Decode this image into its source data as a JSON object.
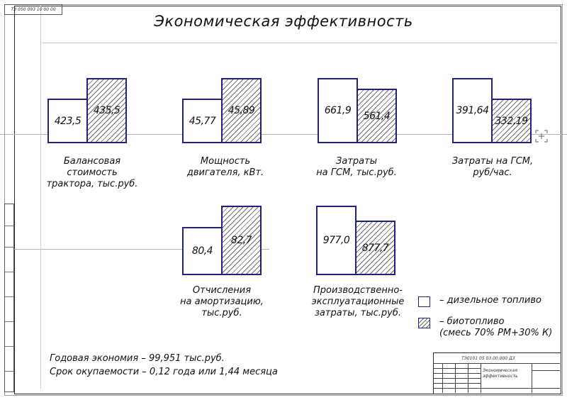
{
  "drawing_code": "ТЭ 050 093 10 00 00",
  "title": "Экономическая эффективность",
  "charts": [
    {
      "id": "balance",
      "values": [
        "423,5",
        "435,5"
      ],
      "caption": [
        "Балансовая",
        "стоимость",
        "трактора, тыс.руб."
      ]
    },
    {
      "id": "power",
      "values": [
        "45,77",
        "45,89"
      ],
      "caption": [
        "Мощность",
        "двигателя, кВт."
      ]
    },
    {
      "id": "fuel_costs",
      "values": [
        "661,9",
        "561,4"
      ],
      "caption": [
        "Затраты",
        "на ГСМ, тыс.руб."
      ]
    },
    {
      "id": "fuel_costs_hour",
      "values": [
        "391,64",
        "332,19"
      ],
      "caption": [
        "Затраты на ГСМ,",
        "руб/час."
      ]
    },
    {
      "id": "depreciation",
      "values": [
        "80,4",
        "82,7"
      ],
      "caption": [
        "Отчисления",
        "на амортизацию,",
        "тыс.руб."
      ]
    },
    {
      "id": "operating_costs",
      "values": [
        "977,0",
        "877,7"
      ],
      "caption": [
        "Производственно-",
        "эксплуатационные",
        "затраты, тыс.руб."
      ]
    }
  ],
  "chart_data": [
    {
      "type": "bar",
      "series": [
        {
          "name": "дизельное топливо",
          "values": [
            423.5
          ]
        },
        {
          "name": "биотопливо",
          "values": [
            435.5
          ]
        }
      ]
    },
    {
      "type": "bar",
      "series": [
        {
          "name": "дизельное топливо",
          "values": [
            45.77
          ]
        },
        {
          "name": "биотопливо",
          "values": [
            45.89
          ]
        }
      ]
    },
    {
      "type": "bar",
      "series": [
        {
          "name": "дизельное топливо",
          "values": [
            661.9
          ]
        },
        {
          "name": "биотопливо",
          "values": [
            561.4
          ]
        }
      ]
    },
    {
      "type": "bar",
      "series": [
        {
          "name": "дизельное топливо",
          "values": [
            391.64
          ]
        },
        {
          "name": "биотопливо",
          "values": [
            332.19
          ]
        }
      ]
    },
    {
      "type": "bar",
      "series": [
        {
          "name": "дизельное топливо",
          "values": [
            80.4
          ]
        },
        {
          "name": "биотопливо",
          "values": [
            82.7
          ]
        }
      ]
    },
    {
      "type": "bar",
      "series": [
        {
          "name": "дизельное топливо",
          "values": [
            977.0
          ]
        },
        {
          "name": "биотопливо",
          "values": [
            877.7
          ]
        }
      ]
    }
  ],
  "legend": {
    "diesel": "– дизельное топливо",
    "bio_line1": "– биотопливо",
    "bio_line2": "(смесь 70% РМ+30% К)"
  },
  "summary": {
    "line1": "Годовая экономия – 99,951 тыс.руб.",
    "line2": "Срок окупаемости – 0,12 года или 1,44 месяца"
  },
  "stamp": {
    "code": "ТЭ0101 05 03.00.000 ДЗ",
    "name": "Экономическая эффективность"
  },
  "colors": {
    "bar_border": "#22227a",
    "hatch": "#6a6a6a"
  }
}
